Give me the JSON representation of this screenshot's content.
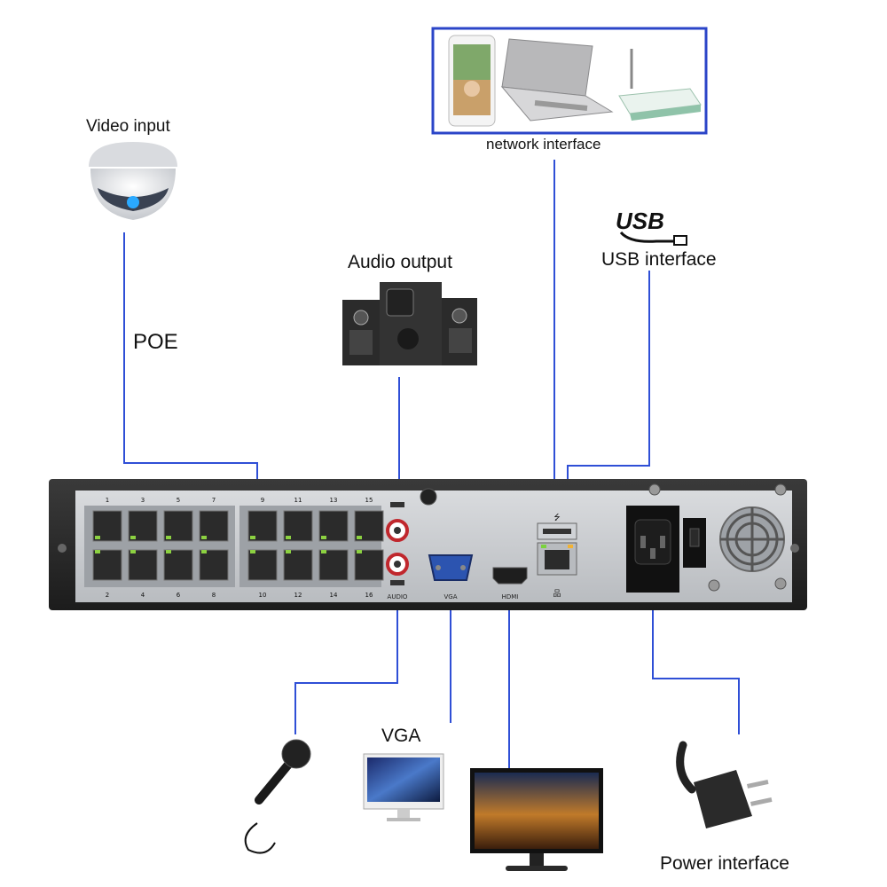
{
  "labels": {
    "video_input": "Video input",
    "poe": "POE",
    "network_interface": "network interface",
    "audio_output": "Audio output",
    "usb_logo": "USB",
    "usb_interface": "USB interface",
    "vga_caption": "VGA",
    "power_interface": "Power interface"
  },
  "panel": {
    "audio_label": "AUDIO",
    "vga_label": "VGA",
    "hdmi_label": "HDMI",
    "usb_symbol": "⭍",
    "lan_symbol": "品",
    "port_numbers_top": [
      "1",
      "3",
      "5",
      "7",
      "9",
      "11",
      "13",
      "15"
    ],
    "port_numbers_bottom": [
      "2",
      "4",
      "6",
      "8",
      "10",
      "12",
      "14",
      "16"
    ]
  },
  "colors": {
    "connector_line": "#2f4fd6",
    "network_box_border": "#2b45c8",
    "chassis_dark": "#2a2a2a",
    "panel_gray": "#c9ccd0"
  }
}
